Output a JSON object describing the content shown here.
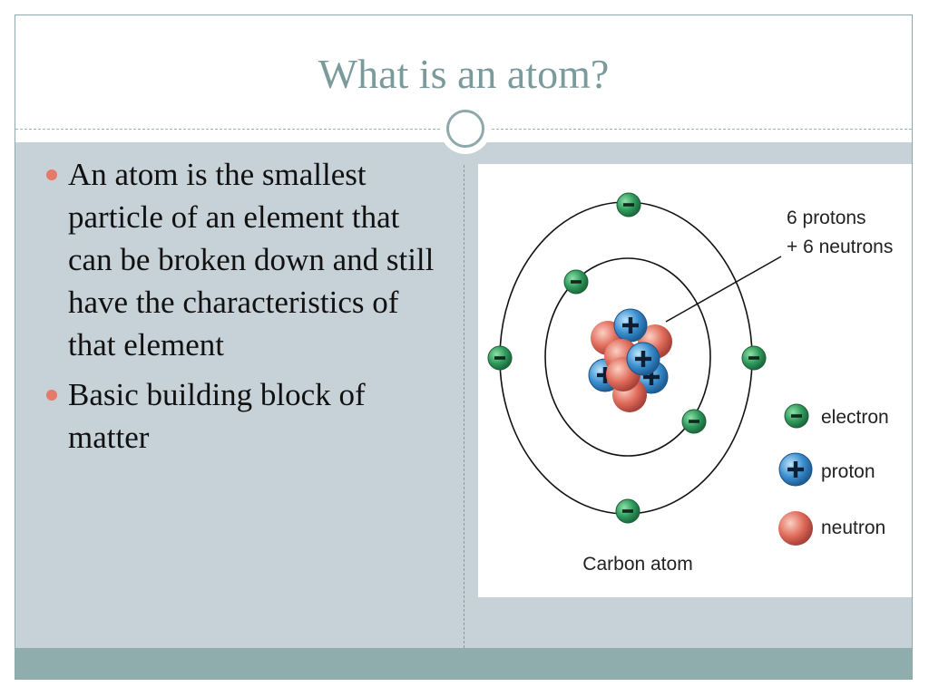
{
  "slide": {
    "title": "What is an atom?",
    "bullets": [
      "An atom is the smallest particle of an element that can be broken down and still have the characteristics of that element",
      "Basic building block of matter"
    ]
  },
  "diagram": {
    "nucleus_label_line1": "6 protons",
    "nucleus_label_line2": "+ 6 neutrons",
    "caption": "Carbon atom",
    "legend": {
      "electron": "electron",
      "proton": "proton",
      "neutron": "neutron"
    },
    "electron_symbol": "−",
    "proton_symbol": "+"
  },
  "colors": {
    "title": "#7a9a9c",
    "body_background": "#c6d1d8",
    "footer": "#8fadad",
    "bullet": "#e5796a",
    "electron": "#2f9a5c",
    "proton": "#3a8fd0",
    "neutron": "#e06b5a"
  }
}
